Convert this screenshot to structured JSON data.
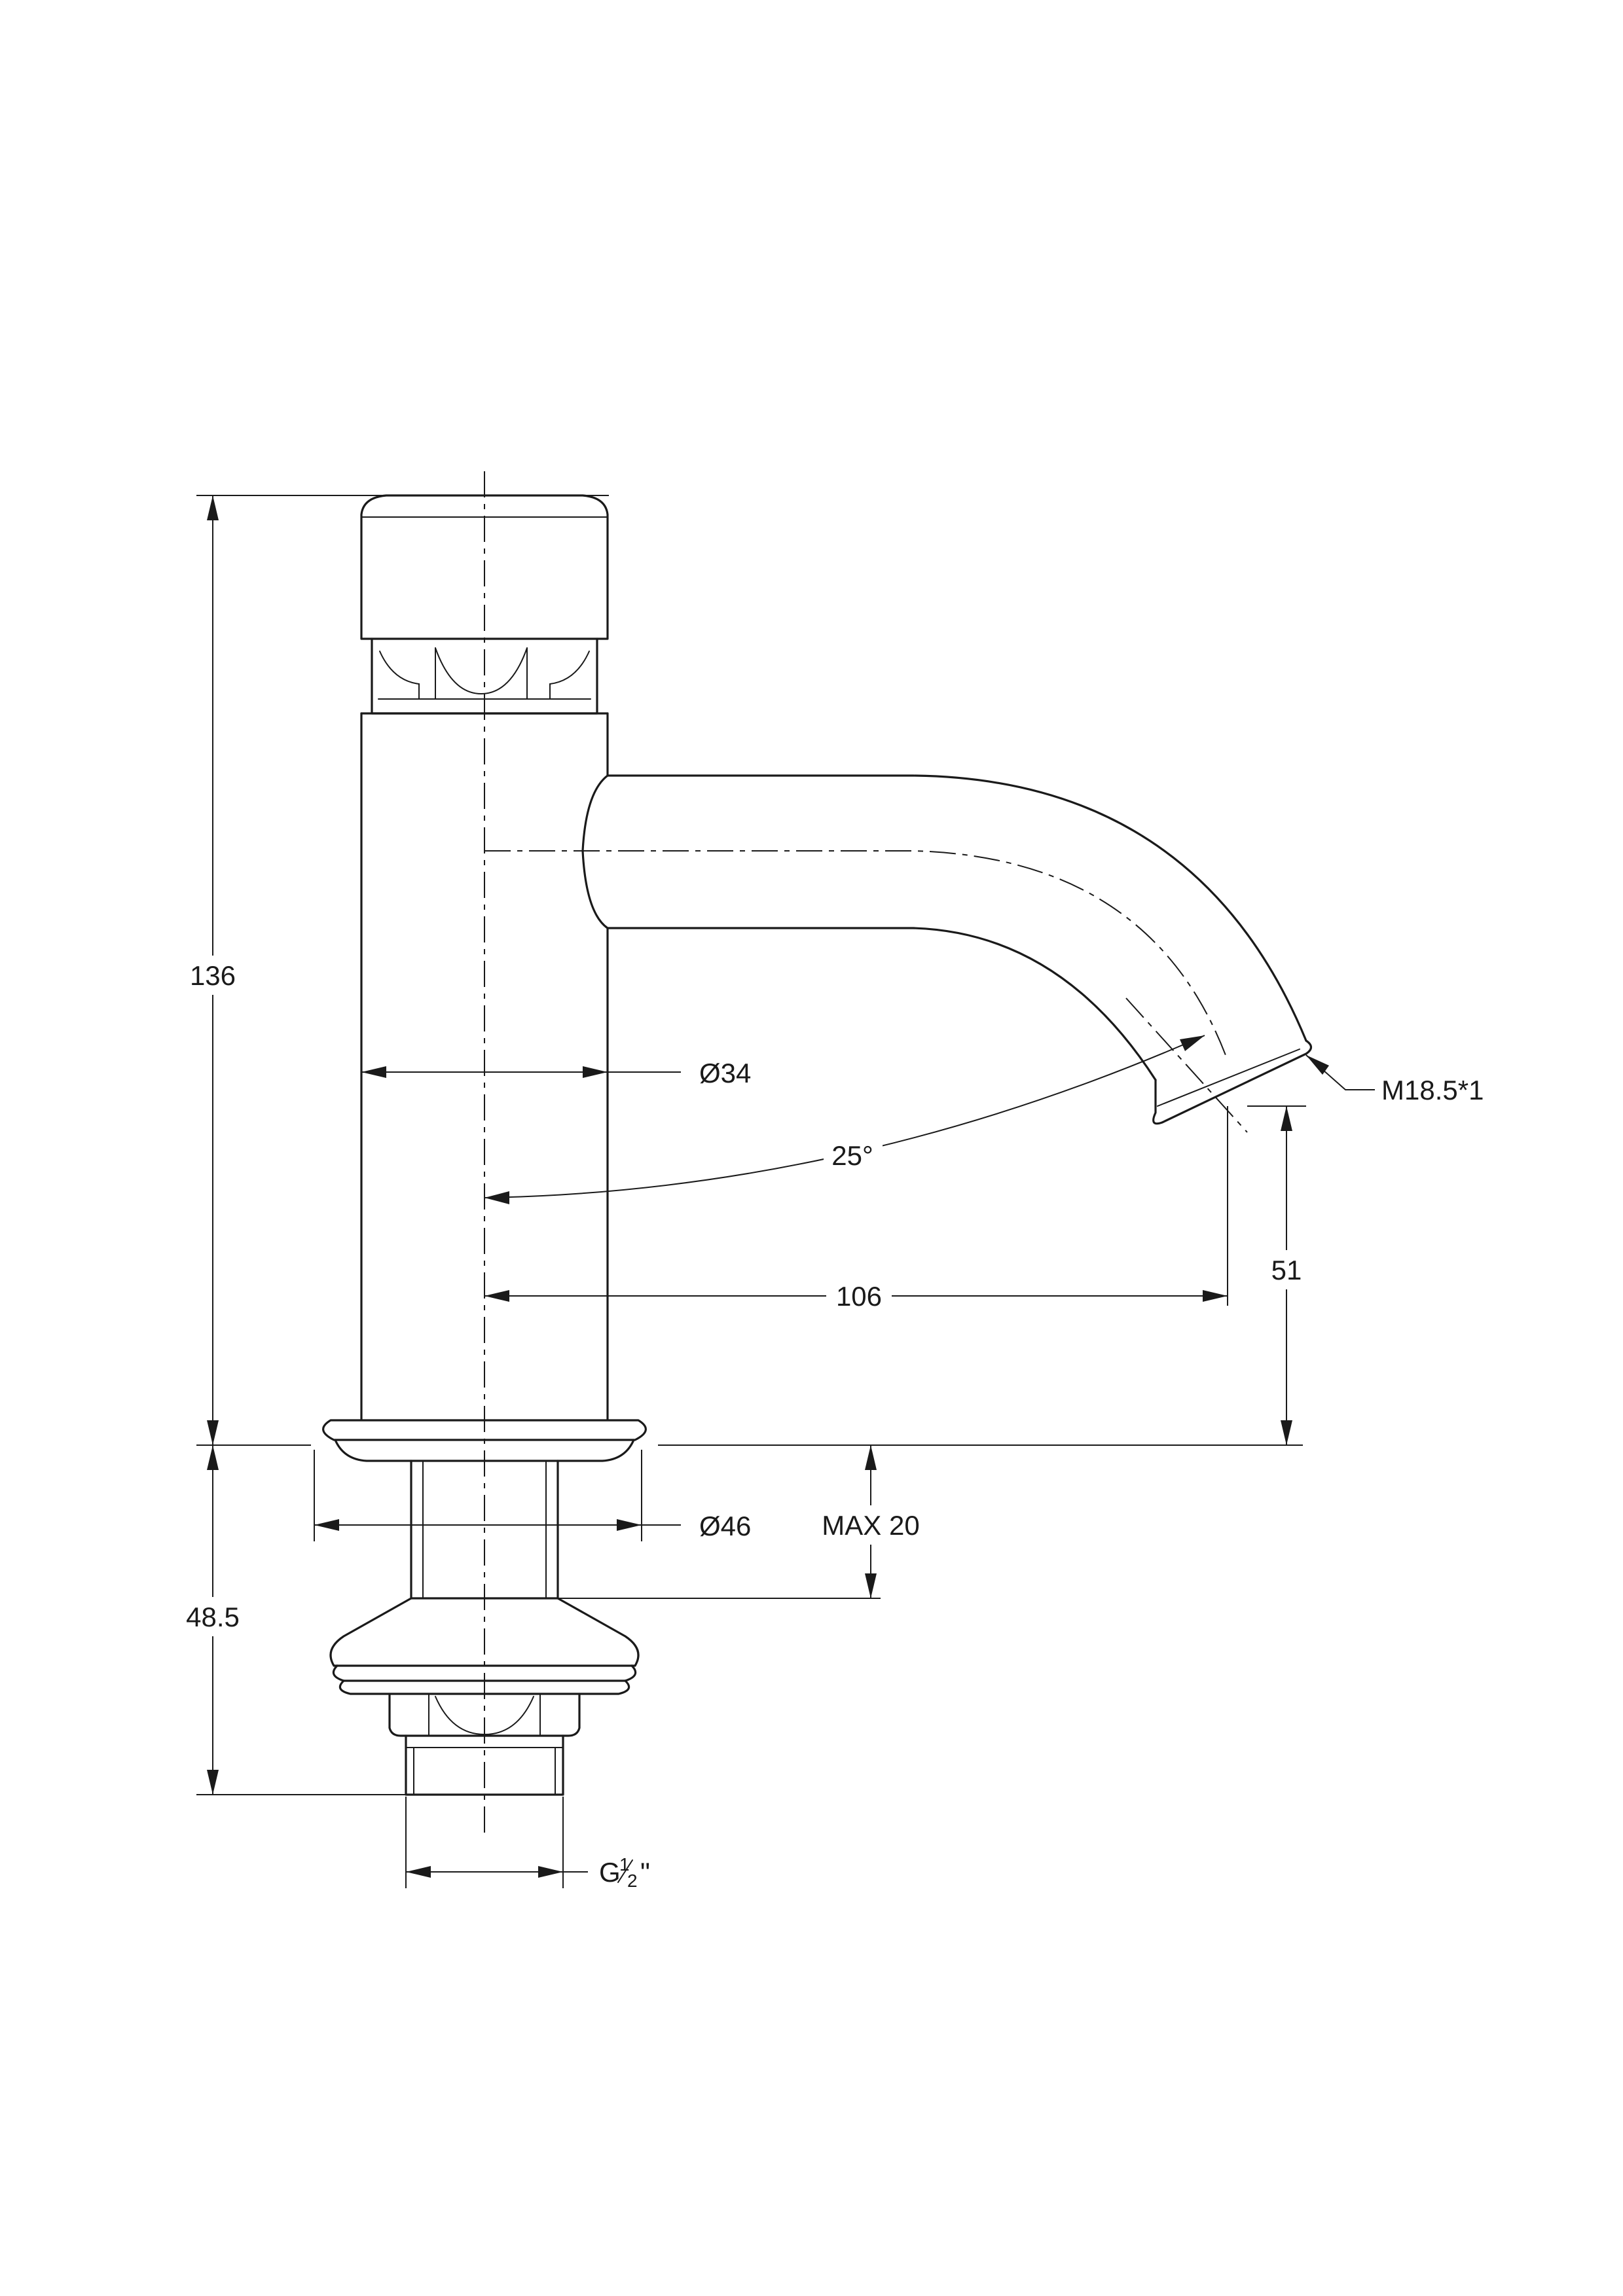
{
  "dimensions": {
    "total_height": "136",
    "body_diameter": "Ø34",
    "spout_angle": "25°",
    "spout_reach": "106",
    "spout_height": "51",
    "outlet_thread": "M18.5*1",
    "base_diameter": "Ø46",
    "max_deck_thickness": "MAX 20",
    "shank_length": "48.5",
    "connection_thread_letter": "G",
    "connection_thread_num": "1",
    "connection_thread_den": "2",
    "connection_thread_inch": "\""
  }
}
